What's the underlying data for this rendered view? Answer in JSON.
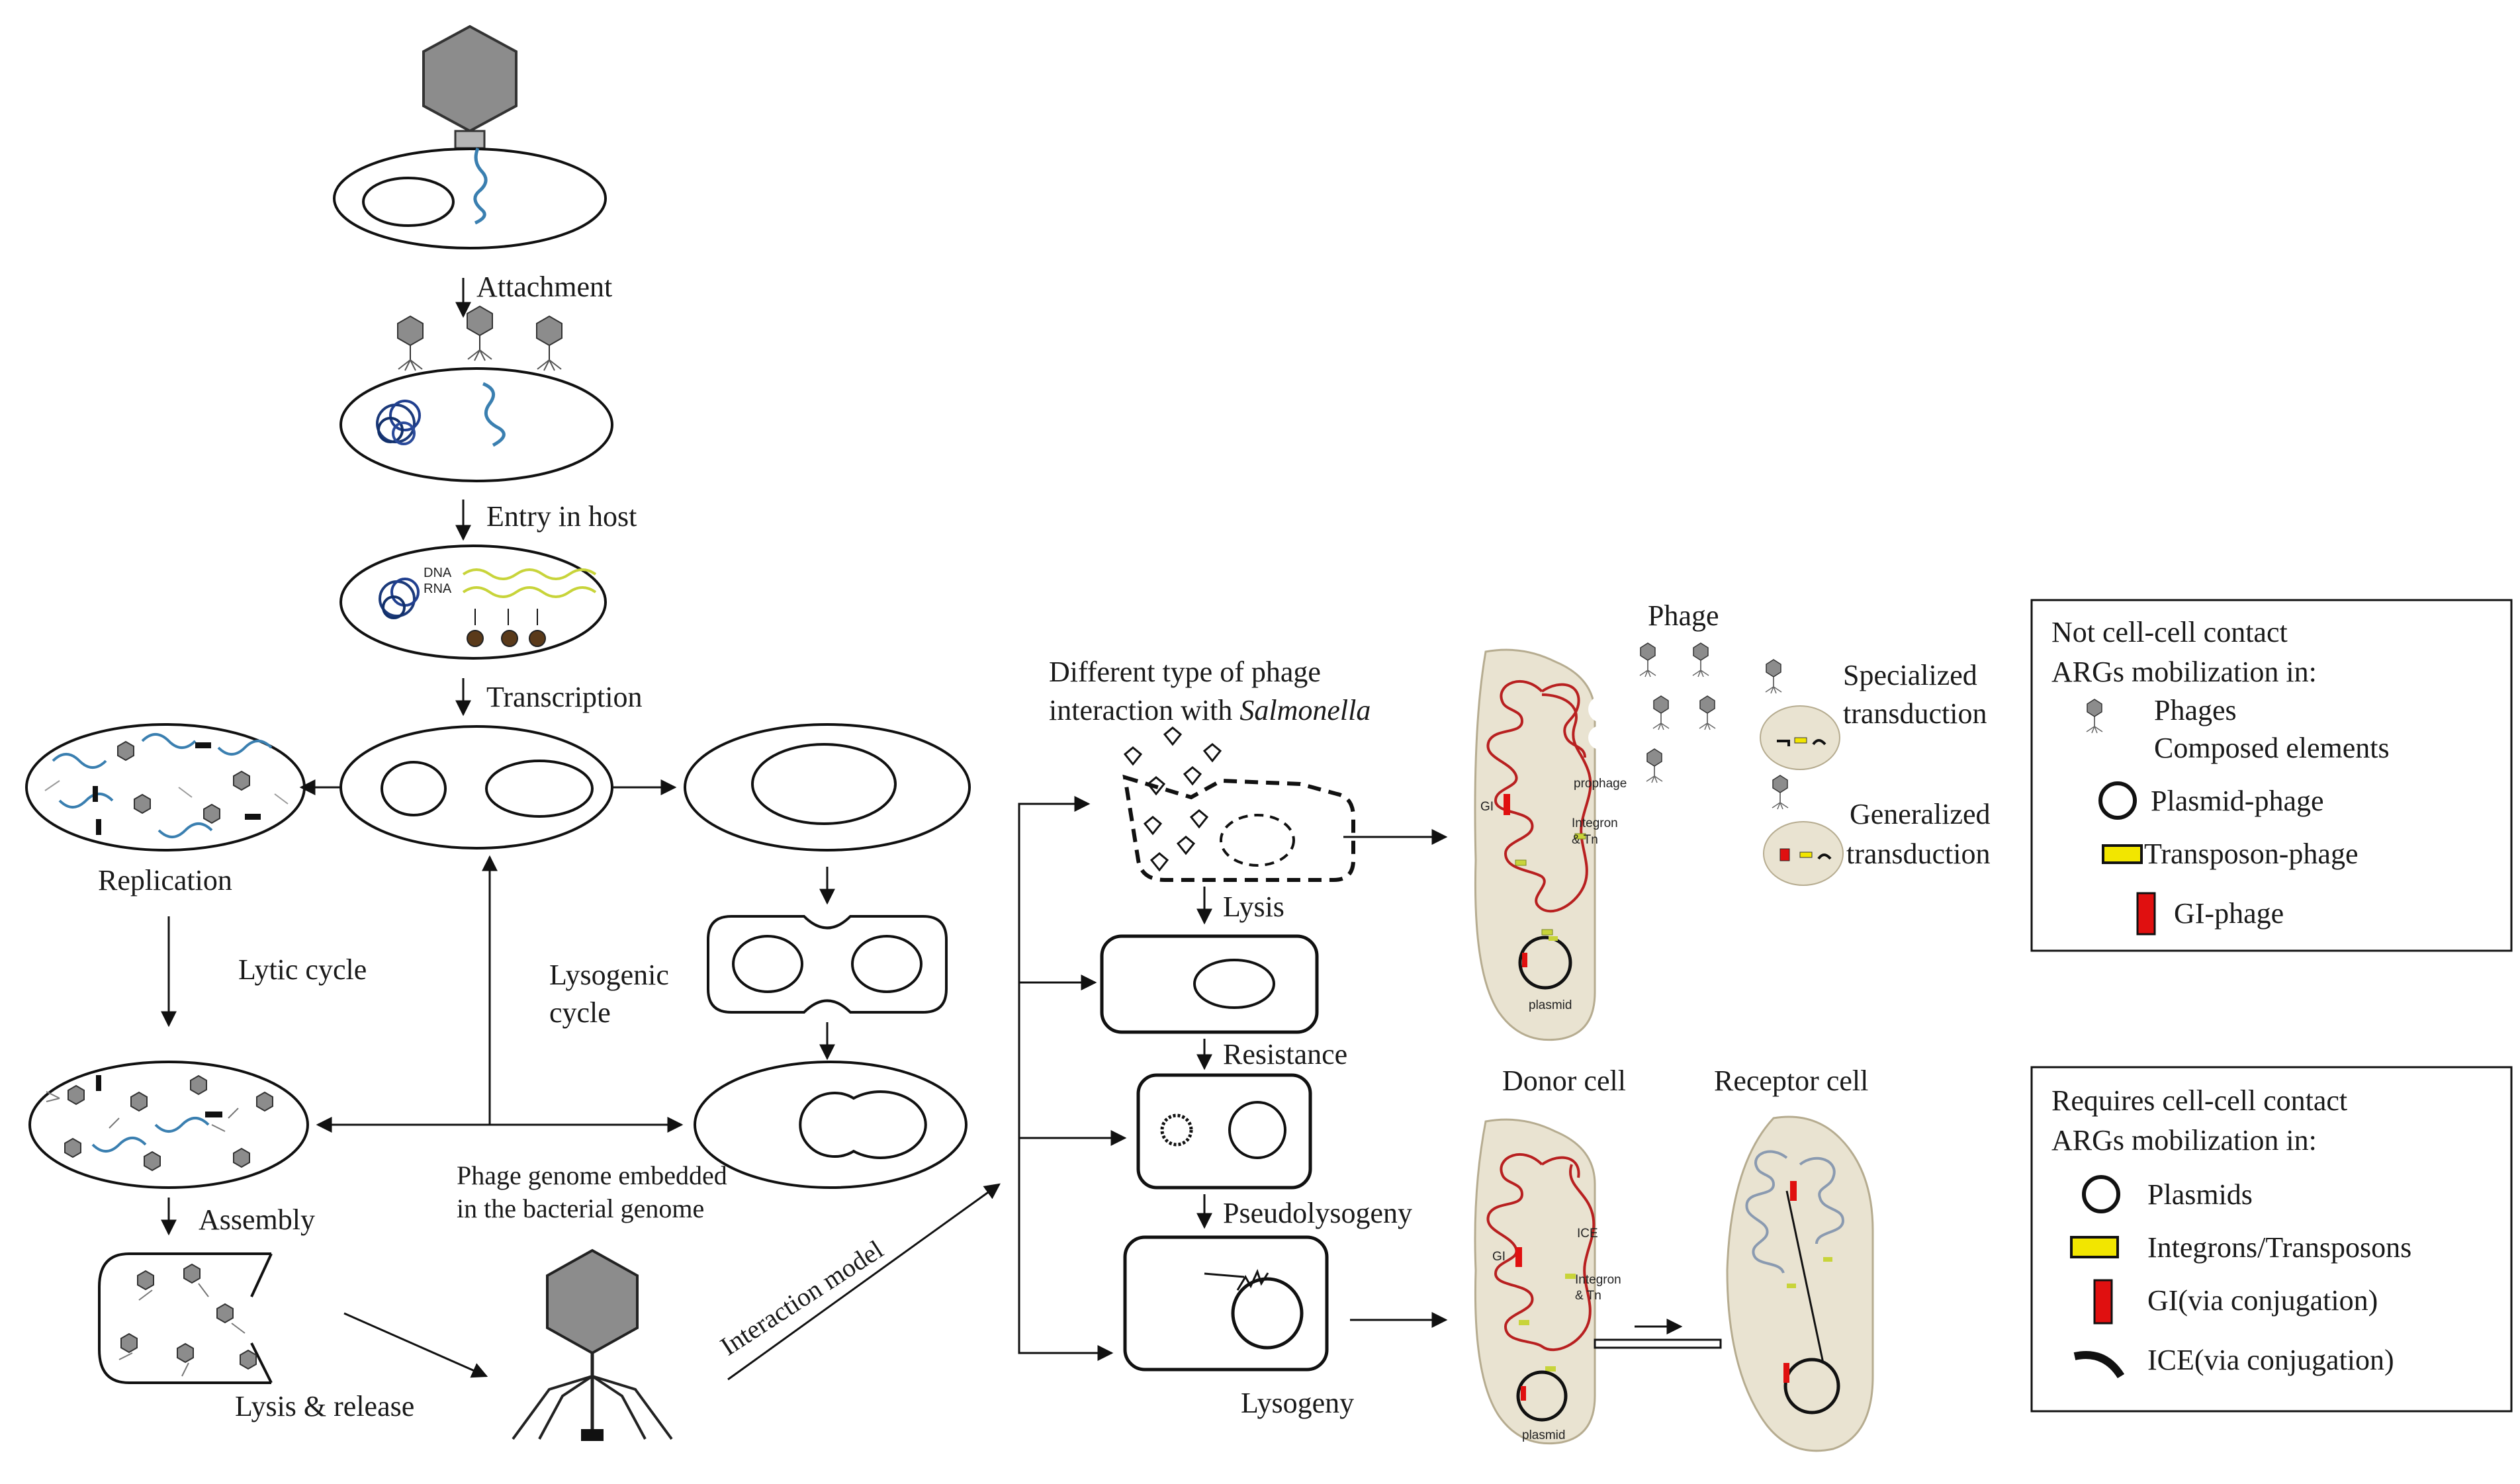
{
  "labels": {
    "attachment": "Attachment",
    "entry": "Entry in host",
    "dna": "DNA",
    "rna": "RNA",
    "transcription": "Transcription",
    "replication": "Replication",
    "lytic_cycle": "Lytic cycle",
    "lysogenic_cycle_1": "Lysogenic",
    "lysogenic_cycle_2": "cycle",
    "assembly": "Assembly",
    "lysis_release": "Lysis & release",
    "embedded_1": "Phage genome embedded",
    "embedded_2": "in the bacterial genome",
    "interaction_model": "Interaction model",
    "different_type_1": "Different type of phage",
    "different_type_2": "interaction with ",
    "salmonella": "Salmonella",
    "lysis": "Lysis",
    "resistance": "Resistance",
    "pseudolysogeny": "Pseudolysogeny",
    "lysogeny": "Lysogeny",
    "phage": "Phage",
    "specialized_1": "Specialized",
    "specialized_2": "transduction",
    "generalized_1": "Generalized",
    "generalized_2": "transduction",
    "donor_cell": "Donor cell",
    "receptor_cell": "Receptor cell",
    "gi": "GI",
    "prophage": "prophage",
    "integron": "Integron",
    "tn": "& Tn",
    "ice": "ICE",
    "plasmid": "plasmid"
  },
  "legend_top": {
    "title_1": "Not cell-cell contact",
    "title_2": "ARGs mobilization in:",
    "phages": "Phages",
    "composed": "Composed elements",
    "plasmid_phage": "Plasmid-phage",
    "transposon_phage": "Transposon-phage",
    "gi_phage": "GI-phage"
  },
  "legend_bottom": {
    "title_1": "Requires cell-cell contact",
    "title_2": "ARGs mobilization in:",
    "plasmids": "Plasmids",
    "integrons": "Integrons/Transposons",
    "gi": "GI(via conjugation)",
    "ice": "ICE(via conjugation)"
  },
  "colors": {
    "dna_blue": "#3a7fb0",
    "rna_yellow": "#c8d43a",
    "cell_beige": "#e9e3d1",
    "chromosome_red": "#b82020",
    "gi_red": "#e01010",
    "transposon_yellow": "#f2e600",
    "phage_grey": "#8c8c8c"
  }
}
